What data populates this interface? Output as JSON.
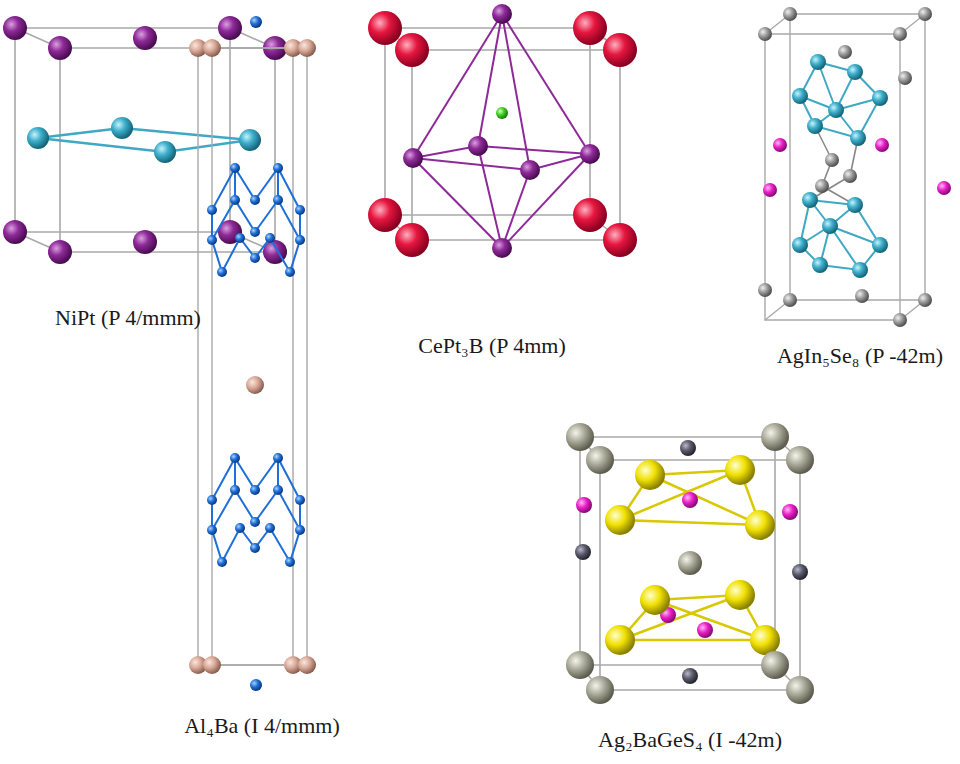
{
  "diagram": {
    "labels": [
      "NiPt (P 4/mmm)",
      "CePt₃B (P 4mm)",
      "AgIn₅Se₈ (P -42m)",
      "Al₄Ba (I 4/mmm)",
      "Ag₂BaGeS₄ (I -42m)"
    ]
  }
}
